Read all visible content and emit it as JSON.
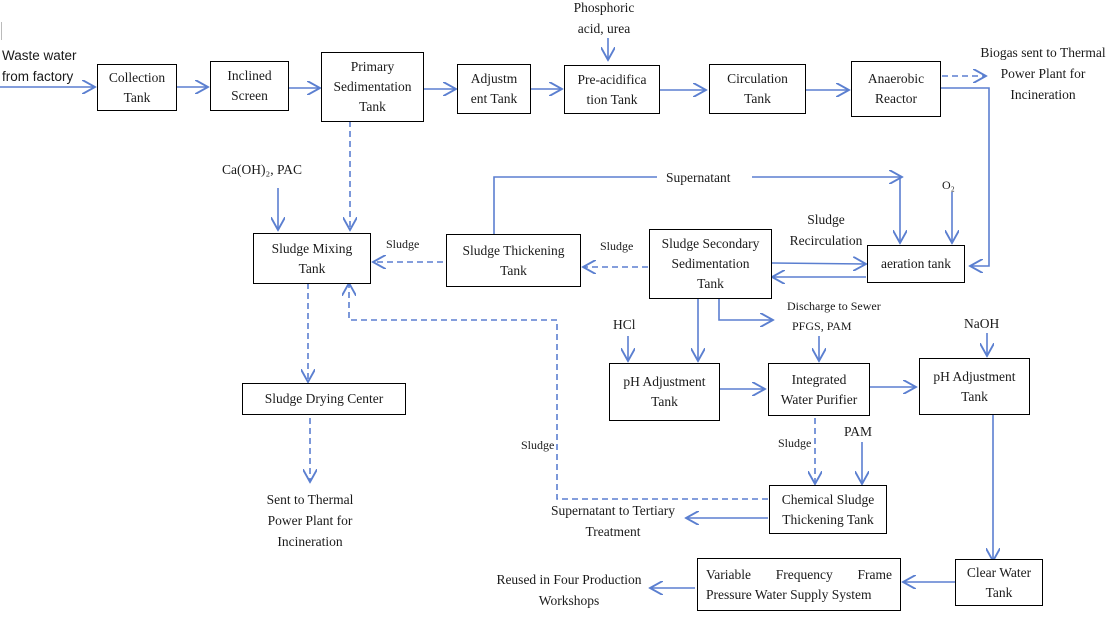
{
  "diagram": {
    "title": "",
    "colors": {
      "arrow": "#5b7fd0",
      "box_border": "#000000",
      "text": "#1a1a1a"
    },
    "inputs": {
      "waste_water": [
        "Waste water",
        "from factory"
      ],
      "phosphoric": [
        "Phosphoric",
        "acid, urea"
      ],
      "caoh": "Ca(OH)₂, PAC",
      "o2": "O₂",
      "hcl": "HCl",
      "pfgs": "PFGS, PAM",
      "naoh": "NaOH",
      "pam": "PAM"
    },
    "outputs": {
      "biogas": [
        "Biogas sent to Thermal",
        "Power Plant for",
        "Incineration"
      ],
      "sent_thermal": [
        "Sent to Thermal",
        "Power Plant for",
        "Incineration"
      ],
      "discharge": "Discharge to Sewer",
      "supernatant_tertiary": [
        "Supernatant to Tertiary",
        "Treatment"
      ],
      "reused": [
        "Reused in Four Production",
        "Workshops"
      ]
    },
    "flow_labels": {
      "supernatant": "Supernatant",
      "sludge_recirculation": [
        "Sludge",
        "Recirculation"
      ],
      "sludge_1": "Sludge",
      "sludge_2": "Sludge",
      "sludge_3": "Sludge",
      "sludge_4": "Sludge"
    },
    "nodes": {
      "collection": [
        "Collection",
        "Tank"
      ],
      "inclined": [
        "Inclined",
        "Screen"
      ],
      "primary": [
        "Primary",
        "Sedimentation",
        "Tank"
      ],
      "adjustment": [
        "Adjustm",
        "ent Tank"
      ],
      "preacid": [
        "Pre-acidifica",
        "tion Tank"
      ],
      "circulation": [
        "Circulation",
        "Tank"
      ],
      "anaerobic": [
        "Anaerobic",
        "Reactor"
      ],
      "aeration": "aeration tank",
      "secondary": [
        "Sludge Secondary",
        "Sedimentation",
        "Tank"
      ],
      "thickening": [
        "Sludge Thickening",
        "Tank"
      ],
      "mixing": [
        "Sludge Mixing",
        "Tank"
      ],
      "drying": "Sludge Drying Center",
      "ph1": [
        "pH Adjustment",
        "Tank"
      ],
      "purifier": [
        "Integrated",
        "Water Purifier"
      ],
      "ph2": [
        "pH Adjustment",
        "Tank"
      ],
      "chem_thick": [
        "Chemical Sludge",
        "Thickening Tank"
      ],
      "clear": [
        "Clear Water",
        "Tank"
      ],
      "vfpws": [
        "Variable Frequency Frame",
        "Pressure Water Supply System"
      ]
    }
  }
}
